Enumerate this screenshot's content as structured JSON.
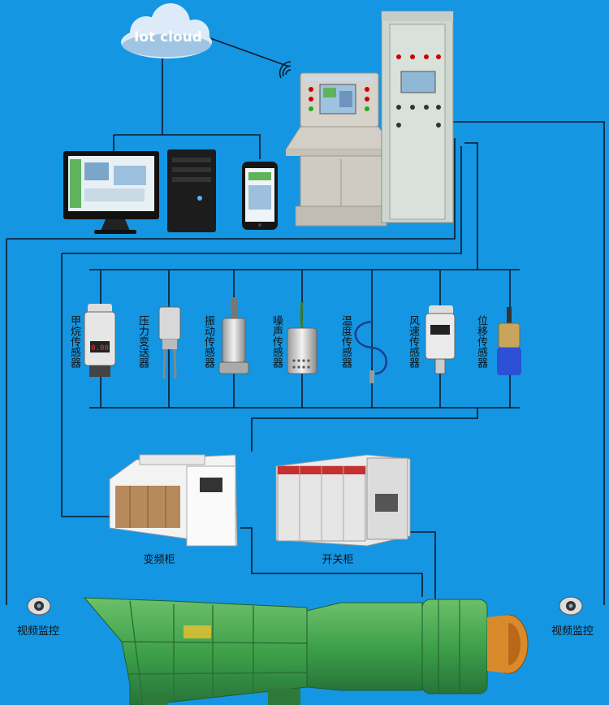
{
  "cloud": {
    "label": "Iot cloud"
  },
  "console": {
    "title": "FZD-FZ 矿用智能煤矿主通风机在线监控系统",
    "icon": "control-console-icon"
  },
  "cabinet": {
    "title": "KZDD-FZ 型主通风机在线监测与保护系统柜",
    "icon": "control-cabinet-icon"
  },
  "computer": {
    "icon": "desktop-computer-icon"
  },
  "phone": {
    "icon": "smartphone-icon"
  },
  "sensors": [
    {
      "label": "甲烷传感器",
      "icon": "methane-sensor-icon"
    },
    {
      "label": "压力变送器",
      "icon": "pressure-transmitter-icon"
    },
    {
      "label": "振动传感器",
      "icon": "vibration-sensor-icon"
    },
    {
      "label": "噪声传感器",
      "icon": "noise-sensor-icon"
    },
    {
      "label": "温度传感器",
      "icon": "temperature-sensor-icon"
    },
    {
      "label": "风速传感器",
      "icon": "wind-speed-sensor-icon"
    },
    {
      "label": "位移传感器",
      "icon": "displacement-sensor-icon"
    }
  ],
  "vfd": {
    "label": "变频柜",
    "icon": "vfd-cabinet-icon"
  },
  "switchgear": {
    "label": "开关柜",
    "icon": "switchgear-cabinet-icon"
  },
  "camera_left": {
    "label": "视频监控",
    "icon": "camera-icon"
  },
  "camera_right": {
    "label": "视频监控",
    "icon": "camera-icon"
  },
  "fan": {
    "icon": "mine-fan-icon"
  },
  "colors": {
    "background": "#1496e2",
    "line": "#0c1a2a",
    "cloud": "#dcebf7",
    "console_body": "#d8d3cb",
    "fan_green": "#3fa34d"
  }
}
